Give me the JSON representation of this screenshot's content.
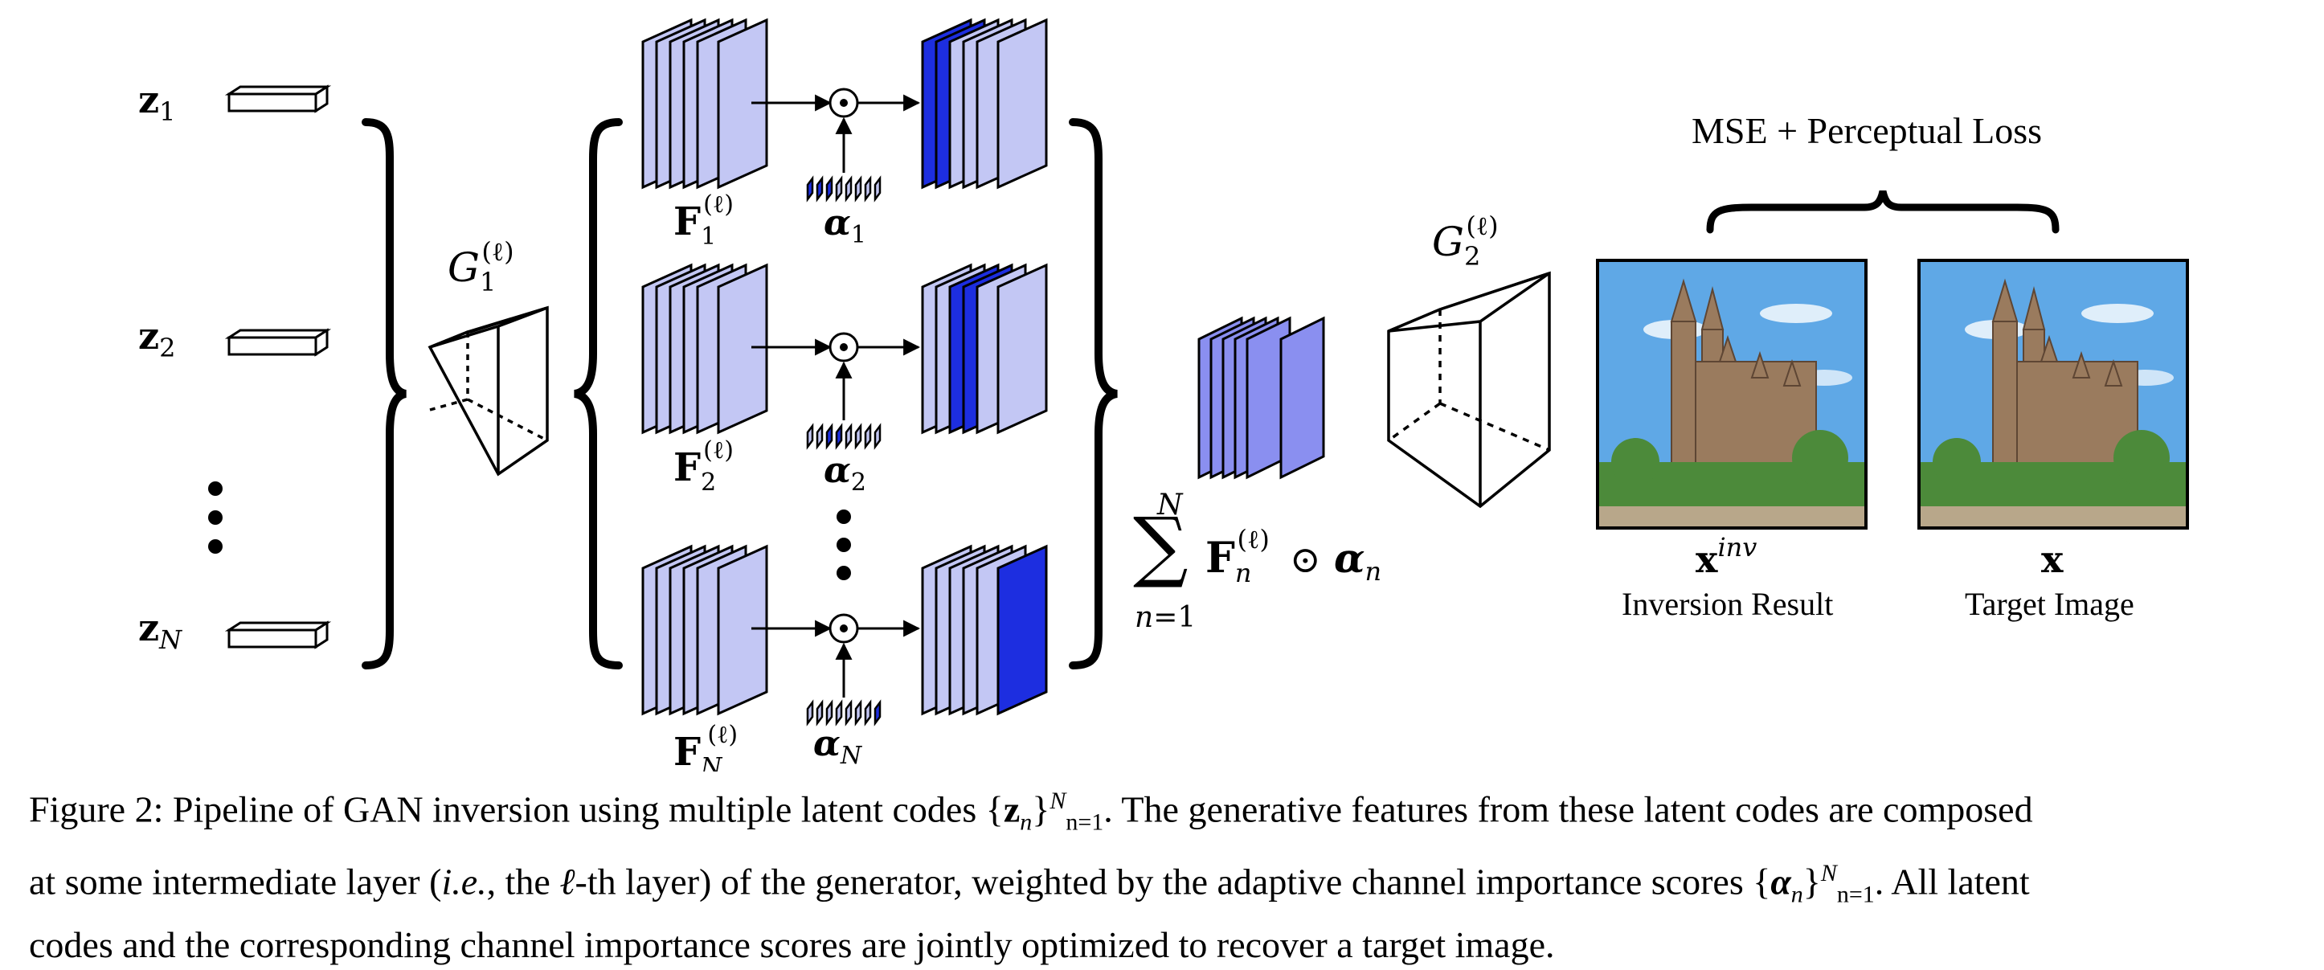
{
  "latent_codes": {
    "z1": {
      "sym": "z",
      "sub": "1"
    },
    "z2": {
      "sym": "z",
      "sub": "2"
    },
    "zN": {
      "sym": "z",
      "sub": "N"
    }
  },
  "generator1": {
    "sym": "G",
    "sub": "1",
    "sup": "(ℓ)"
  },
  "generator2": {
    "sym": "G",
    "sub": "2",
    "sup": "(ℓ)"
  },
  "features": [
    {
      "sym": "F",
      "sub": "1",
      "sup": "(ℓ)",
      "alpha_sym": "α",
      "alpha_sub": "1"
    },
    {
      "sym": "F",
      "sub": "2",
      "sup": "(ℓ)",
      "alpha_sym": "α",
      "alpha_sub": "2"
    },
    {
      "sym": "F",
      "sub": "N",
      "sup": "(ℓ)",
      "alpha_sym": "α",
      "alpha_sub": "N"
    }
  ],
  "operator_symbol": "⊙",
  "sum_formula": {
    "sigma": "∑",
    "upper": "N",
    "lower": "n=1",
    "F": "F",
    "F_sub": "n",
    "F_sup": "(ℓ)",
    "alpha": "α",
    "alpha_sub": "n"
  },
  "loss_label": "MSE + Perceptual Loss",
  "outputs": [
    {
      "sym": "x",
      "sup": "inv",
      "label": "Inversion Result"
    },
    {
      "sym": "x",
      "sup": "",
      "label": "Target Image"
    }
  ],
  "caption": {
    "line1_a": "Figure 2: Pipeline of GAN inversion using multiple latent codes {",
    "line1_z": "z",
    "line1_sub": "n",
    "line1_b": "}",
    "line1_supN": "N",
    "line1_subn1": "n=1",
    "line1_c": ". The generative features from these latent codes are composed",
    "line2_a": "at some intermediate layer (",
    "line2_ie": "i.e.",
    "line2_b": ", the ",
    "line2_ell": "ℓ",
    "line2_c": "-th layer) of the generator, weighted by the adaptive channel importance scores {",
    "line2_alpha": "α",
    "line2_sub": "n",
    "line2_d": "}",
    "line2_supN": "N",
    "line2_subn1": "n=1",
    "line2_e": ". All latent",
    "line3": "codes and the corresponding channel importance scores are jointly optimized to recover a target image."
  },
  "colors": {
    "light_fill": "#c3c7f4",
    "medium_fill": "#8a8ff0",
    "dark_fill": "#1d2ee0",
    "sky": "#5fa8e6",
    "stone": "#9a7b5e",
    "grass": "#4c8a3a"
  }
}
